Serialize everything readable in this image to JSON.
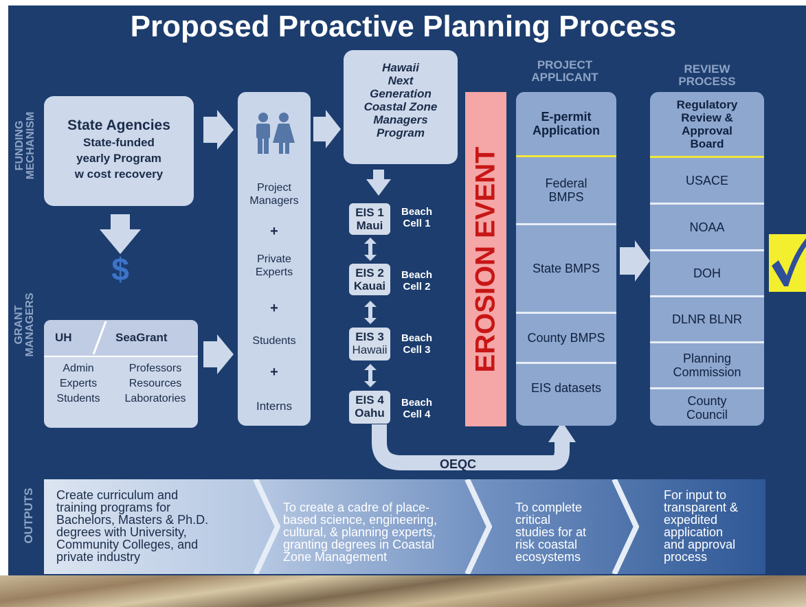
{
  "title": "Proposed Proactive Planning Process",
  "side_labels": {
    "funding": [
      "FUNDING",
      "MECHANISM"
    ],
    "grant": [
      "GRANT",
      "MANAGERS"
    ],
    "outputs": "OUTPUTS"
  },
  "state_agencies": {
    "heading": "State Agencies",
    "lines": [
      "State-funded",
      "yearly Program",
      "w cost recovery"
    ]
  },
  "dollar_sign": "$",
  "grant_box": {
    "uh": "UH",
    "seagrant": "SeaGrant",
    "left_items": [
      "Admin",
      "Experts",
      "Students"
    ],
    "right_items": [
      "Professors",
      "Resources",
      "Laboratories"
    ]
  },
  "people": {
    "icon": "people-icon",
    "project_managers": [
      "Project",
      "Managers"
    ],
    "plus": "+",
    "private_experts": [
      "Private",
      "Experts"
    ],
    "students": "Students",
    "interns": "Interns"
  },
  "program_box": [
    "Hawaii",
    "Next",
    "Generation",
    "Coastal Zone",
    "Managers",
    "Program"
  ],
  "eis": [
    {
      "code": "EIS 1",
      "island": "Maui",
      "beach": "Beach",
      "cell": "Cell 1"
    },
    {
      "code": "EIS 2",
      "island": "Kauai",
      "beach": "Beach",
      "cell": "Cell 2"
    },
    {
      "code": "EIS 3",
      "island": "Hawaii",
      "beach": "Beach",
      "cell": "Cell 3"
    },
    {
      "code": "EIS 4",
      "island": "Oahu",
      "beach": "Beach",
      "cell": "Cell 4"
    }
  ],
  "erosion_event": "EROSION EVENT",
  "oeqc": "OEQC",
  "project_applicant": {
    "header": [
      "PROJECT",
      "APPLICANT"
    ],
    "top": [
      "E-permit",
      "Application"
    ],
    "items": [
      [
        "Federal",
        "BMPS"
      ],
      [
        "State BMPS"
      ],
      [
        "County BMPS"
      ],
      [
        "EIS datasets"
      ]
    ]
  },
  "review_process": {
    "header": [
      "REVIEW",
      "PROCESS"
    ],
    "top": [
      "Regulatory",
      "Review &",
      "Approval",
      "Board"
    ],
    "items": [
      [
        "USACE"
      ],
      [
        "NOAA"
      ],
      [
        "DOH"
      ],
      [
        "DLNR BLNR"
      ],
      [
        "Planning",
        "Commission"
      ],
      [
        "County",
        "Council"
      ]
    ]
  },
  "check_icon": "checkmark-icon",
  "outputs": [
    [
      "Create curriculum and",
      "training programs for",
      "Bachelors, Masters & Ph.D.",
      "degrees with University,",
      "Community Colleges, and",
      "private industry"
    ],
    [
      "To create a cadre of place-",
      "based science, engineering,",
      "cultural, & planning experts,",
      "granting degrees in Coastal",
      "Zone Management"
    ],
    [
      "To complete",
      "critical",
      "studies for at",
      "risk coastal",
      "ecosystems"
    ],
    [
      "For input to",
      "transparent &",
      "expedited",
      "application",
      "and approval",
      "process"
    ]
  ],
  "colors": {
    "background": "#1d3d6e",
    "box": "#cdd8ea",
    "column": "#8ea7cf",
    "erosion_bg": "#f5a6a6",
    "erosion_text": "#c71616",
    "divider_yellow": "#f2e838",
    "check_bg": "#f3ef2f",
    "check_mark": "#2f4f9a"
  }
}
